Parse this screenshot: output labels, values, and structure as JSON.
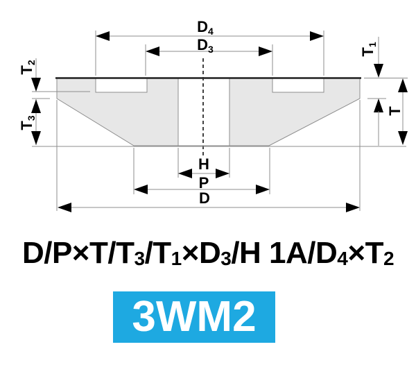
{
  "diagram": {
    "labels": {
      "d4": {
        "base": "D",
        "sub": "4"
      },
      "d3": {
        "base": "D",
        "sub": "3"
      },
      "t1": {
        "base": "T",
        "sub": "1"
      },
      "t2": {
        "base": "T",
        "sub": "2"
      },
      "t3": {
        "base": "T",
        "sub": "3"
      },
      "t": {
        "base": "T",
        "sub": ""
      },
      "h": {
        "base": "H",
        "sub": ""
      },
      "p": {
        "base": "P",
        "sub": ""
      },
      "d": {
        "base": "D",
        "sub": ""
      }
    },
    "colors": {
      "wheel_fill": "#e7e7e7",
      "line_gray": "#8c8c8c",
      "outline_dark": "#1f1f1f",
      "arrow_black": "#000000"
    }
  },
  "formula": {
    "segments": [
      {
        "text": "D/P×T/T"
      },
      {
        "sub": "3"
      },
      {
        "text": "/T"
      },
      {
        "sub": "1"
      },
      {
        "text": "×D"
      },
      {
        "sub": "3"
      },
      {
        "text": "/H 1A/D"
      },
      {
        "sub": "4"
      },
      {
        "text": "×T"
      },
      {
        "sub": "2"
      }
    ]
  },
  "badge": {
    "label": "3WM2",
    "background": "#1ea9e1",
    "text_color": "#ffffff"
  }
}
